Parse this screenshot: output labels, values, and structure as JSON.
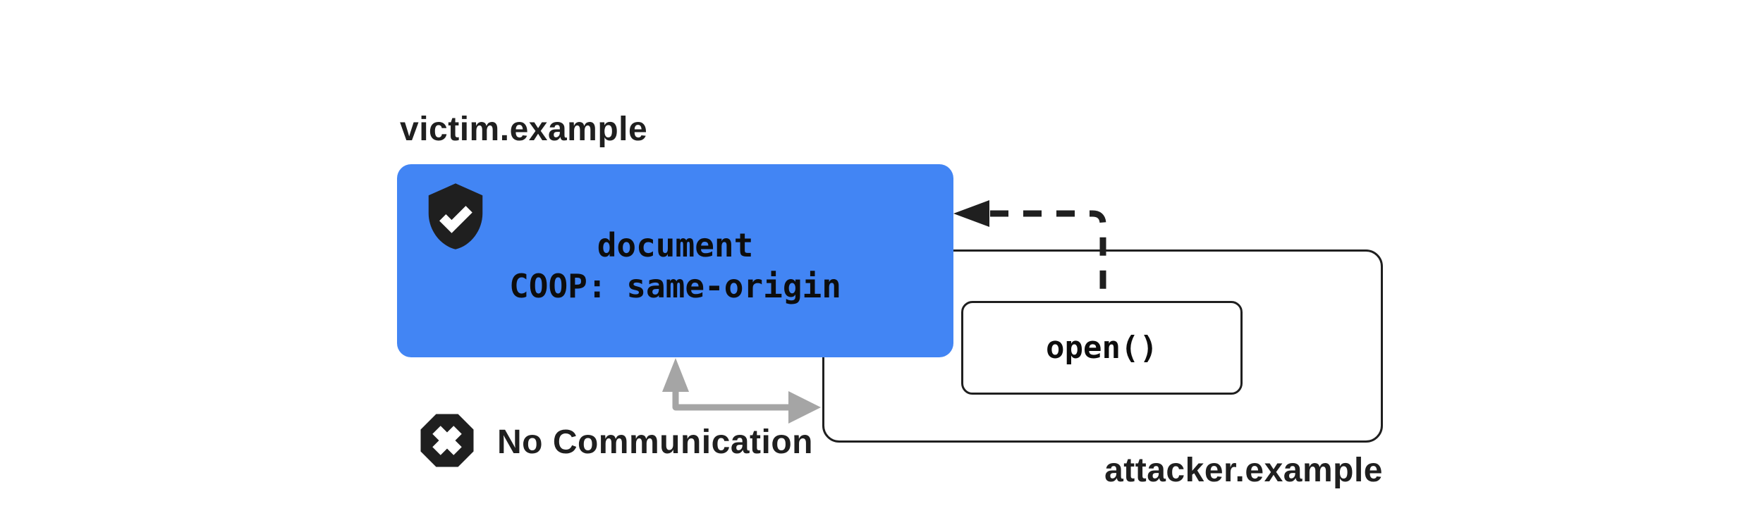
{
  "colors": {
    "victim_blue": "#4285F4",
    "ink": "#1F1F1F",
    "arrow_gray": "#A5A5A5",
    "surface": "#FFFFFF"
  },
  "victim": {
    "label": "victim.example",
    "doc_line1": "document",
    "doc_line2": "COOP: same-origin"
  },
  "attacker": {
    "label": "attacker.example",
    "open_label": "open()"
  },
  "status": {
    "no_communication_label": "No Communication"
  },
  "icons": {
    "victim_badge": "shield-check-icon",
    "blocked_badge": "x-octagon-icon"
  }
}
